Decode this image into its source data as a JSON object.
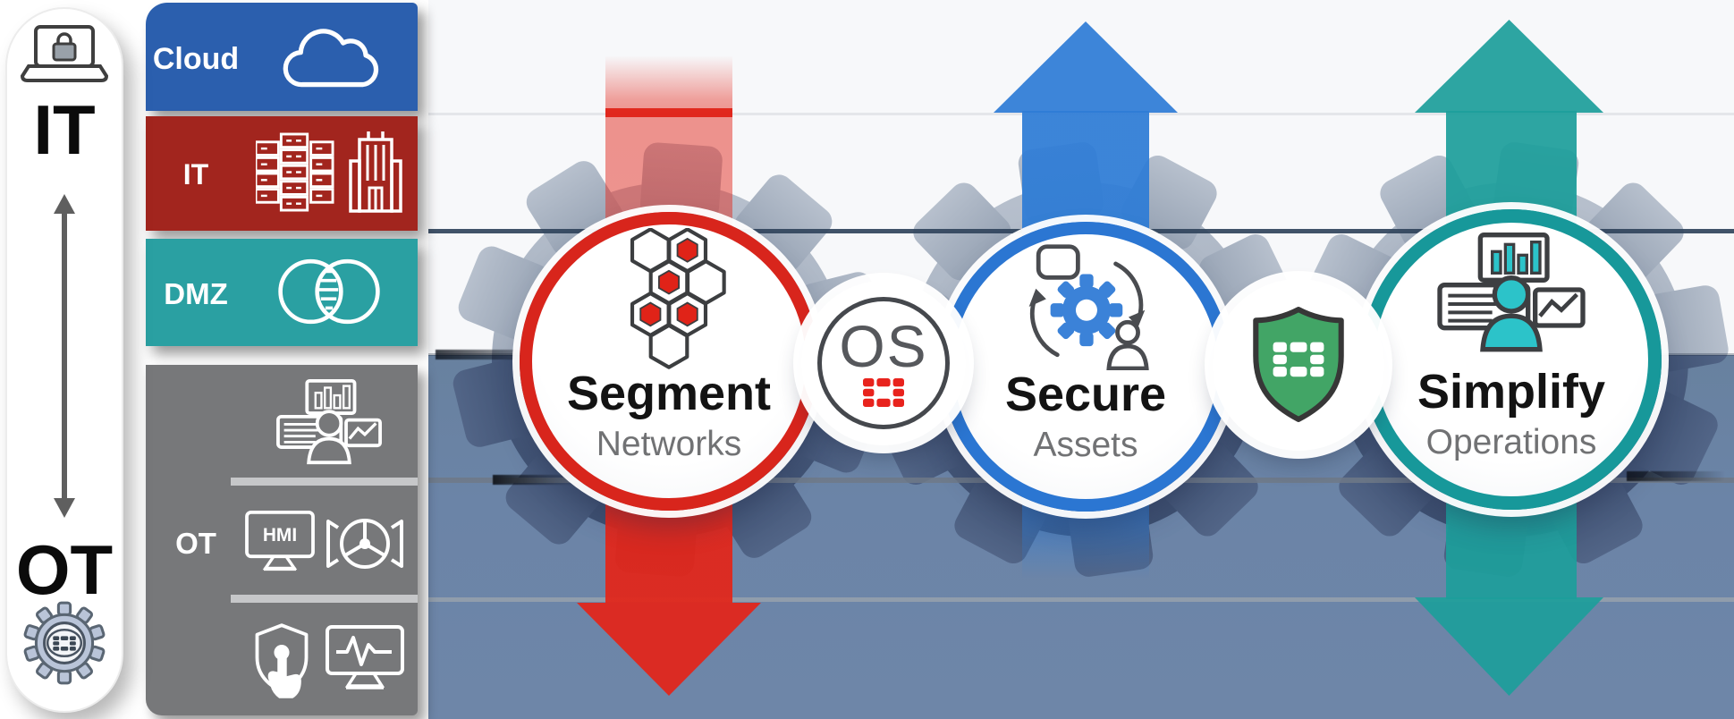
{
  "pill": {
    "top_label": "IT",
    "bottom_label": "OT",
    "icons": [
      "laptop-lock-icon",
      "up-down-arrow-icon",
      "gear-globe-icon"
    ]
  },
  "stack": {
    "rows": [
      {
        "id": "cloud",
        "label": "Cloud",
        "color": "#2b5fae",
        "icons": [
          "cloud-icon"
        ]
      },
      {
        "id": "it",
        "label": "IT",
        "color": "#a2251e",
        "icons": [
          "server-rack-icon",
          "building-icon"
        ]
      },
      {
        "id": "dmz",
        "label": "DMZ",
        "color": "#2aa0a2",
        "icons": [
          "venn-overlap-icon"
        ]
      },
      {
        "id": "ot",
        "label": "OT",
        "color": "#77787a",
        "hmi_label": "HMI",
        "icons": [
          "operator-console-icon",
          "hmi-monitor-icon",
          "valve-icon",
          "shield-touch-icon",
          "pulse-monitor-icon"
        ]
      }
    ]
  },
  "pillars": [
    {
      "id": "segment",
      "title": "Segment",
      "subtitle": "Networks",
      "accent": "#d8251c",
      "arrow": "down",
      "icon": "honeycomb-segmentation-icon"
    },
    {
      "id": "secure",
      "title": "Secure",
      "subtitle": "Assets",
      "accent": "#2b76d2",
      "arrow": "up",
      "icon": "asset-lifecycle-gear-icon"
    },
    {
      "id": "simplify",
      "title": "Simplify",
      "subtitle": "Operations",
      "accent": "#17989a",
      "arrow": "up-down",
      "icon": "operator-console-icon"
    }
  ],
  "connectors": [
    {
      "id": "os",
      "label": "OS",
      "logo": "fortinet-logo-red"
    },
    {
      "id": "fortinet-shield",
      "logo": "fortinet-logo-white",
      "shield_color": "#42a566"
    }
  ],
  "palette": {
    "band": "#6b84a7",
    "gear_light": "#a9b3c2",
    "gear_dark": "#47597b",
    "line_dark": "#31445c",
    "red": "#e32519",
    "blue": "#2e7cd6",
    "teal": "#1d9e9b",
    "green": "#42a566"
  }
}
